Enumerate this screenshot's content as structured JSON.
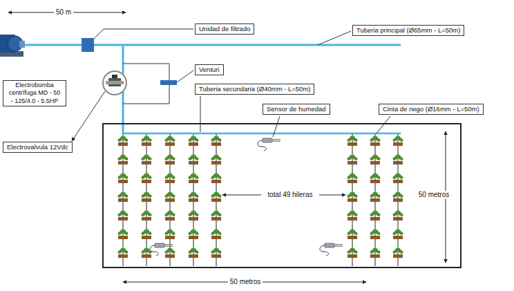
{
  "diagram": {
    "nodes": [
      {
        "text": [
          "Unidad de filtrado"
        ]
      },
      {
        "text": [
          "Tuberia principal (Ø65mm - L=50m)"
        ]
      },
      {
        "text": [
          "Venturi"
        ]
      },
      {
        "text": [
          "Electrobomba centrífuga MD - 50 - 125/4.0 - 5.5HP"
        ]
      },
      {
        "text": [
          "Tuberia secundaria (Ø40mm - L=50m)"
        ]
      },
      {
        "text": [
          "Sensor de humedad"
        ]
      },
      {
        "text": [
          "Cinta de riego (Ø16mm - L=50m)"
        ]
      },
      {
        "text": [
          "total 49 hileras"
        ]
      },
      {
        "text": [
          "Electrovalvula 12Vdc"
        ]
      }
    ],
    "labels": [
      "50 m",
      "50 metros",
      "50 metros"
    ]
  }
}
